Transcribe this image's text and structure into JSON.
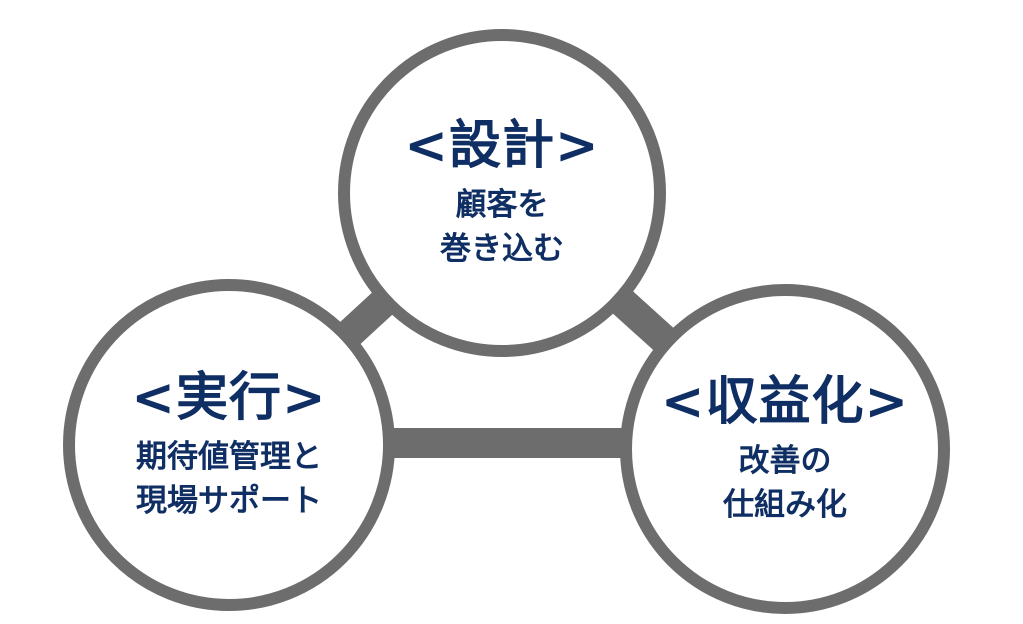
{
  "nodes": {
    "design": {
      "title": "<設計>",
      "lines": [
        "顧客を",
        "巻き込む"
      ]
    },
    "execution": {
      "title": "<実行>",
      "lines": [
        "期待値管理と",
        "現場サポート"
      ]
    },
    "monetization": {
      "title": "<収益化>",
      "lines": [
        "改善の",
        "仕組み化"
      ]
    }
  },
  "colors": {
    "ring": "#6d6d6d",
    "text": "#0f2e63",
    "background": "#ffffff"
  }
}
